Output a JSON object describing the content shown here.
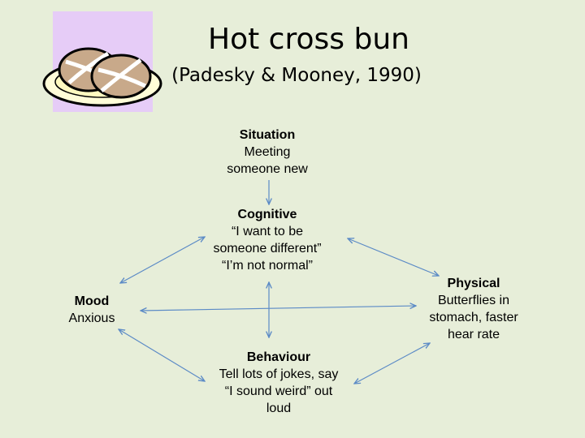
{
  "header": {
    "title": "Hot cross bun",
    "subtitle": "(Padesky & Mooney, 1990)"
  },
  "nodes": {
    "situation": {
      "head": "Situation",
      "lines": [
        "Meeting",
        "someone new"
      ]
    },
    "cognitive": {
      "head": "Cognitive",
      "lines": [
        "“I want to be",
        "someone different”",
        "“I’m not normal”"
      ]
    },
    "mood": {
      "head": "Mood",
      "lines": [
        "Anxious"
      ]
    },
    "physical": {
      "head": "Physical",
      "lines": [
        "Butterflies in",
        "stomach, faster",
        "hear rate"
      ]
    },
    "behaviour": {
      "head": "Behaviour",
      "lines": [
        "Tell lots of jokes, say",
        "“I sound weird” out",
        "loud"
      ]
    }
  },
  "colors": {
    "background": "#e7eed9",
    "logo_background": "#e6ccf7",
    "arrow": "#5b8ac6"
  },
  "icons": {
    "logo": "hot-cross-bun-icon"
  }
}
